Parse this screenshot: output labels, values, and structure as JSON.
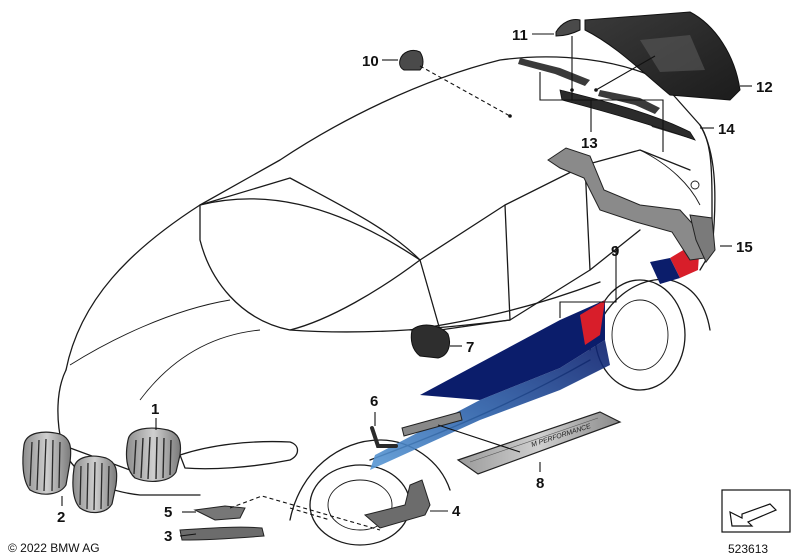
{
  "diagram": {
    "callouts": [
      "1",
      "2",
      "3",
      "4",
      "5",
      "6",
      "7",
      "8",
      "9",
      "10",
      "11",
      "12",
      "13",
      "14",
      "15"
    ],
    "copyright": "© 2022 BMW AG",
    "drawing_number": "523613",
    "sill_plate_text": "M PERFORMANCE",
    "colors": {
      "stripe_blue_light": "#3a78b8",
      "stripe_blue_dark": "#0b1d6b",
      "stripe_red": "#d81e2a",
      "part_grey": "#6c6c6c",
      "part_dark": "#2b2b2b"
    }
  }
}
